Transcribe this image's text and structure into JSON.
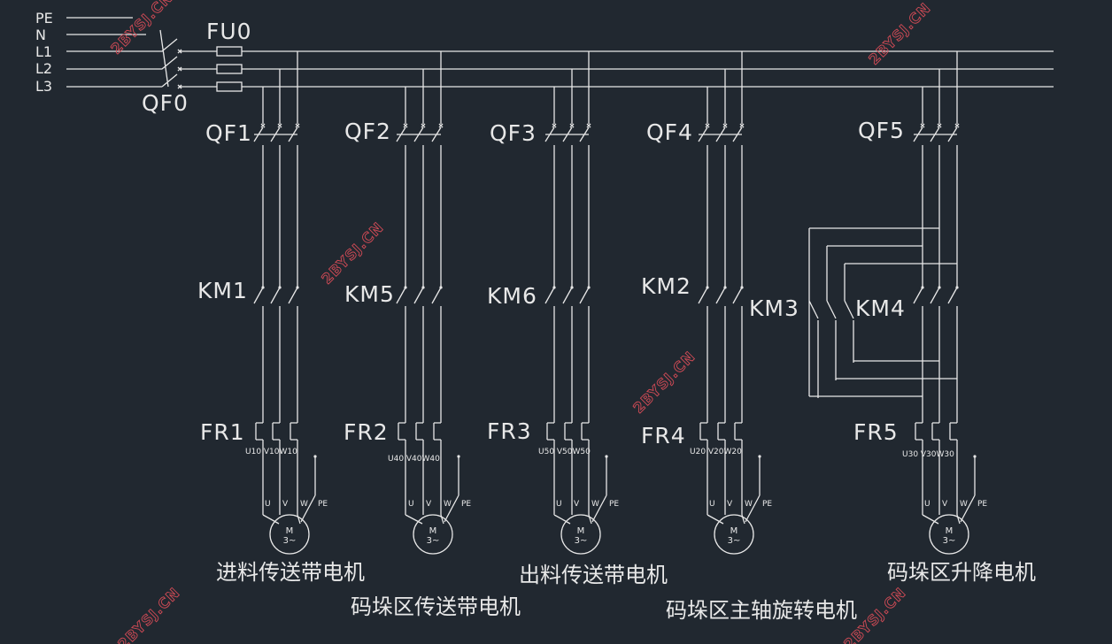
{
  "bus_labels": [
    "PE",
    "N",
    "L1",
    "L2",
    "L3"
  ],
  "main": {
    "fuse": "FU0",
    "breaker": "QF0"
  },
  "branches": [
    {
      "breaker": "QF1",
      "contactor": "KM1",
      "relay": "FR1",
      "terminals": "U10 V10W10",
      "motor": [
        "M",
        "3~"
      ],
      "caption": "进料传送带电机"
    },
    {
      "breaker": "QF2",
      "contactor": "KM5",
      "relay": "FR2",
      "terminals": "U40 V40W40",
      "motor": [
        "M",
        "3~"
      ],
      "caption": "码垛区传送带电机"
    },
    {
      "breaker": "QF3",
      "contactor": "KM6",
      "relay": "FR3",
      "terminals": "U50 V50W50",
      "motor": [
        "M",
        "3~"
      ],
      "caption": "出料传送带电机"
    },
    {
      "breaker": "QF4",
      "contactor": "KM2",
      "relay": "FR4",
      "terminals": "U20 V20W20",
      "motor": [
        "M",
        "3~"
      ],
      "caption": "码垛区主轴旋转电机"
    },
    {
      "breaker": "QF5",
      "contactor": "KM4",
      "contactor_reverse": "KM3",
      "relay": "FR5",
      "terminals": "U30 V30W30",
      "motor": [
        "M",
        "3~"
      ],
      "caption": "码垛区升降电机"
    }
  ],
  "motor_terminals": [
    "U",
    "V",
    "W",
    "PE"
  ],
  "watermark": "2BYSJ.CN"
}
